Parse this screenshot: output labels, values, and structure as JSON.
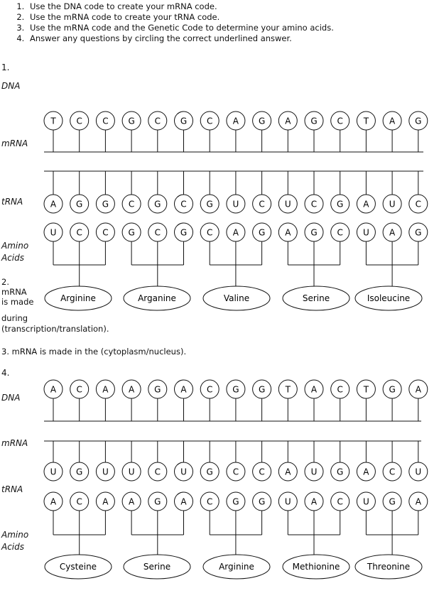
{
  "instructions": [
    "Use the DNA code to create your mRNA code.",
    "Use the mRNA code to create your tRNA code.",
    "Use the mRNA code and the Genetic Code to determine your amino acids.",
    "Answer any questions by circling the correct underlined answer."
  ],
  "problem1": {
    "number": "1.",
    "labels": {
      "dna": "DNA",
      "mrna": "mRNA",
      "trna": "tRNA",
      "amino1": "Amino",
      "amino2": "Acids"
    },
    "dna": [
      "T",
      "C",
      "C",
      "G",
      "C",
      "G",
      "C",
      "A",
      "G",
      "A",
      "G",
      "C",
      "T",
      "A",
      "G"
    ],
    "trna": [
      "A",
      "G",
      "G",
      "C",
      "G",
      "C",
      "G",
      "U",
      "C",
      "U",
      "C",
      "G",
      "A",
      "U",
      "C"
    ],
    "mrna": [
      "U",
      "C",
      "C",
      "G",
      "C",
      "G",
      "C",
      "A",
      "G",
      "A",
      "G",
      "C",
      "U",
      "A",
      "G"
    ],
    "amino_acids": [
      "Arginine",
      "Arganine",
      "Valine",
      "Serine",
      "Isoleucine"
    ]
  },
  "question2": {
    "number": "2.",
    "lines": [
      "mRNA",
      "is made",
      "during",
      "(transcription/translation)."
    ]
  },
  "question3": {
    "text": "3. mRNA is made in the (cytoplasm/nucleus)."
  },
  "problem4": {
    "number": "4.",
    "labels": {
      "dna": "DNA",
      "mrna": "mRNA",
      "trna": "tRNA",
      "amino1": "Amino",
      "amino2": "Acids"
    },
    "dna": [
      "A",
      "C",
      "A",
      "A",
      "G",
      "A",
      "C",
      "G",
      "G",
      "T",
      "A",
      "C",
      "T",
      "G",
      "A"
    ],
    "mrna": [
      "U",
      "G",
      "U",
      "U",
      "C",
      "U",
      "G",
      "C",
      "C",
      "A",
      "U",
      "G",
      "A",
      "C",
      "U"
    ],
    "trna": [
      "A",
      "C",
      "A",
      "A",
      "G",
      "A",
      "C",
      "G",
      "G",
      "U",
      "A",
      "C",
      "U",
      "G",
      "A"
    ],
    "amino_acids": [
      "Cysteine",
      "Serine",
      "Arginine",
      "Methionine",
      "Threonine"
    ]
  }
}
